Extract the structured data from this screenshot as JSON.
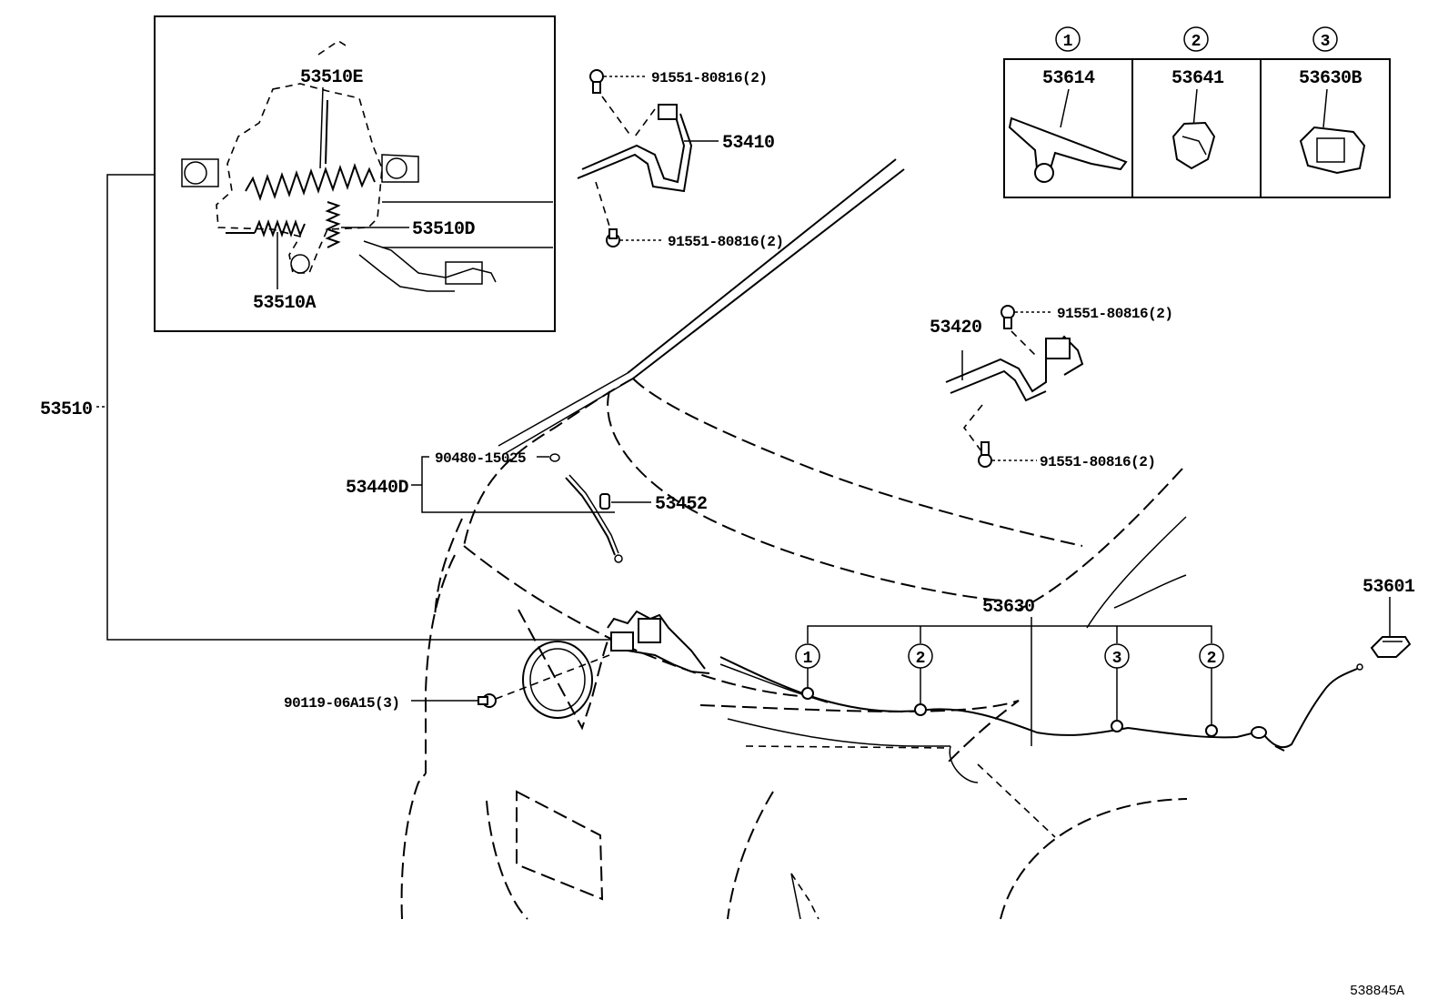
{
  "diagram": {
    "code": "538845A",
    "inset_labels": {
      "part_e": "53510E",
      "part_d": "53510D",
      "part_a": "53510A"
    },
    "callouts": {
      "lock_assy": "53510",
      "bolt_top_hinge": "91551-80816(2)",
      "hinge_left": "53410",
      "bolt_bottom_hinge": "91551-80816(2)",
      "hinge_right": "53420",
      "bolt_top_right": "91551-80816(2)",
      "bolt_bottom_right": "91551-80816(2)",
      "screw": "90480-15025",
      "support_rod_set": "53440D",
      "support_rod_holder": "53452",
      "seal": "53630",
      "clip_end": "53601",
      "lock_bolt": "90119-06A15(3)"
    },
    "legend": [
      {
        "marker": "1",
        "part": "53614"
      },
      {
        "marker": "2",
        "part": "53641"
      },
      {
        "marker": "3",
        "part": "53630B"
      }
    ],
    "seal_markers": [
      "1",
      "2",
      "3",
      "2"
    ]
  }
}
